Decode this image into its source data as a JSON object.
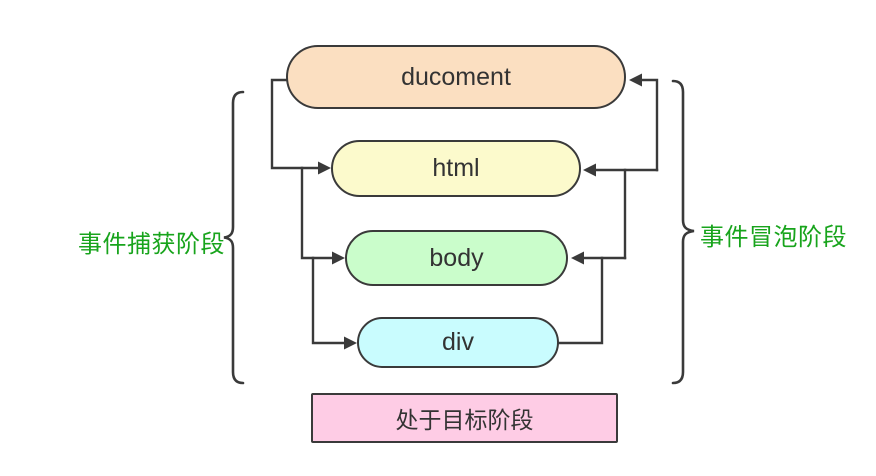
{
  "diagram": {
    "nodes": [
      {
        "id": "document",
        "label": "ducoment",
        "fill": "#FBDFC1"
      },
      {
        "id": "html",
        "label": "html",
        "fill": "#FCFACC"
      },
      {
        "id": "body",
        "label": "body",
        "fill": "#CAFDCB"
      },
      {
        "id": "div",
        "label": "div",
        "fill": "#C9FCFE"
      },
      {
        "id": "target",
        "label": "处于目标阶段",
        "fill": "#FECCE5"
      }
    ],
    "phase_labels": {
      "capture": {
        "text": "事件捕获阶段",
        "color": "#18A41C"
      },
      "bubble": {
        "text": "事件冒泡阶段",
        "color": "#18A41C"
      }
    },
    "colors": {
      "line": "#3A3A3A",
      "node_border": "#3A3A3A",
      "node_text": "#333333",
      "background": "#FFFFFF"
    }
  }
}
